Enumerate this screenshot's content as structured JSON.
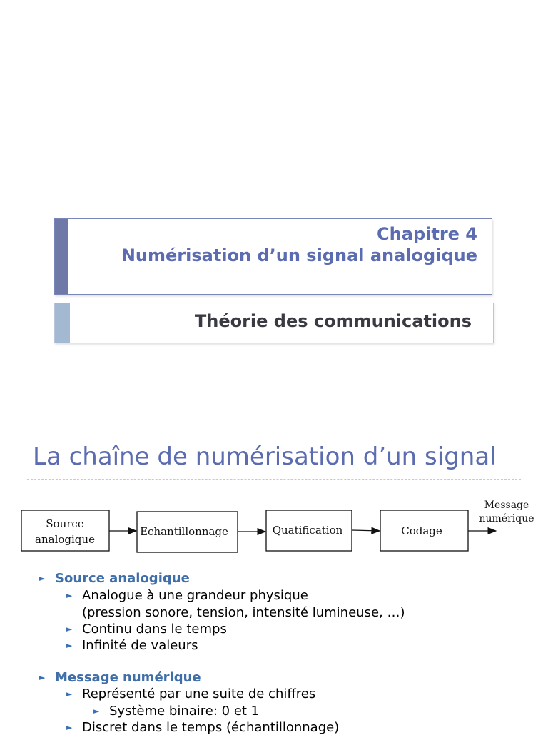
{
  "slide1": {
    "chapter": "Chapitre 4",
    "chapter_title": "Numérisation d’un signal analogique",
    "subtitle": "Théorie des communications"
  },
  "slide2": {
    "title": "La chaîne de numérisation d’un signal",
    "diagram": {
      "blocks": [
        [
          "Source",
          "analogique"
        ],
        [
          "Echantillonnage"
        ],
        [
          "Quatification"
        ],
        [
          "Codage"
        ]
      ],
      "output_label": [
        "Message",
        "numérique"
      ]
    },
    "bullets": {
      "source": {
        "heading": "Source analogique",
        "items": [
          "Analogue à une grandeur physique",
          "(pression sonore, tension, intensité lumineuse, …)",
          "Continu dans le temps",
          "Infinité de valeurs"
        ]
      },
      "message": {
        "heading": "Message numérique",
        "items": [
          "Représenté par une suite de chiffres",
          "Système binaire: 0 et 1",
          "Discret dans le temps (échantillonnage)"
        ]
      }
    }
  },
  "colors": {
    "title_blue": "#5b6cb0",
    "heading_blue": "#3f6ea8",
    "bullet_marker": "#3b6fb5"
  }
}
